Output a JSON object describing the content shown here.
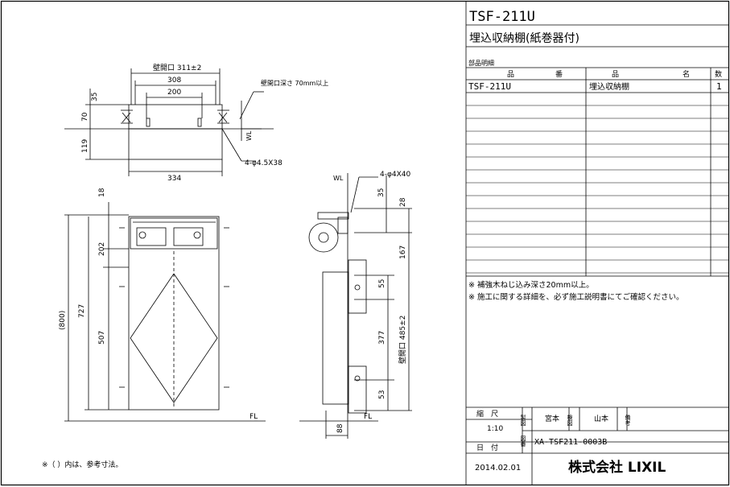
{
  "title_block": {
    "model": "TSF-211U",
    "product_name": "埋込収納棚(紙巻器付)",
    "parts_heading": "部品明細",
    "col_name": "品",
    "col_part": "番",
    "col_item": "品",
    "col_item2": "名",
    "col_qty": "数",
    "parts": [
      {
        "part_no": "TSF-211U",
        "name": "埋込収納棚",
        "qty": "1"
      }
    ],
    "notes": [
      "※ 補強木ねじ込み深さ20mm以上。",
      "※ 施工に関する詳細を、必ず施工説明書にてご確認ください。"
    ],
    "scale_label": "縮　尺",
    "scale_value": "1:10",
    "date_label": "日　付",
    "date_value": "2014.02.01",
    "design_label": "製図",
    "design_name": "宮本",
    "check_label": "検図",
    "check_name": "山本",
    "remarks_label": "備考",
    "number_label": "図番",
    "drawing_no": "XA-TSF211-0003B",
    "company": "株式会社 LIXIL"
  },
  "drawing": {
    "footnote": "※（ ）内は、参考寸法。",
    "dim_wall_opening": "壁開口 311±2",
    "dim_308": "308",
    "dim_200": "200",
    "dim_334": "334",
    "dim_35_top": "35",
    "dim_70": "70",
    "dim_119": "119",
    "dim_depth_note": "壁開口深さ 70mm以上",
    "wl_top": "WL",
    "screw_45": "4-φ4.5X38",
    "dim_18": "18",
    "dim_202": "202",
    "dim_800": "(800)",
    "dim_727": "727",
    "dim_507": "507",
    "fl_front": "FL",
    "wl_side": "WL",
    "screw_40": "4-φ4X40",
    "dim_35_side": "35",
    "dim_28": "28",
    "dim_167": "167",
    "dim_55": "55",
    "dim_377": "377",
    "dim_485": "壁開口 485±2",
    "dim_53": "53",
    "fl_side": "FL",
    "dim_88": "88"
  }
}
